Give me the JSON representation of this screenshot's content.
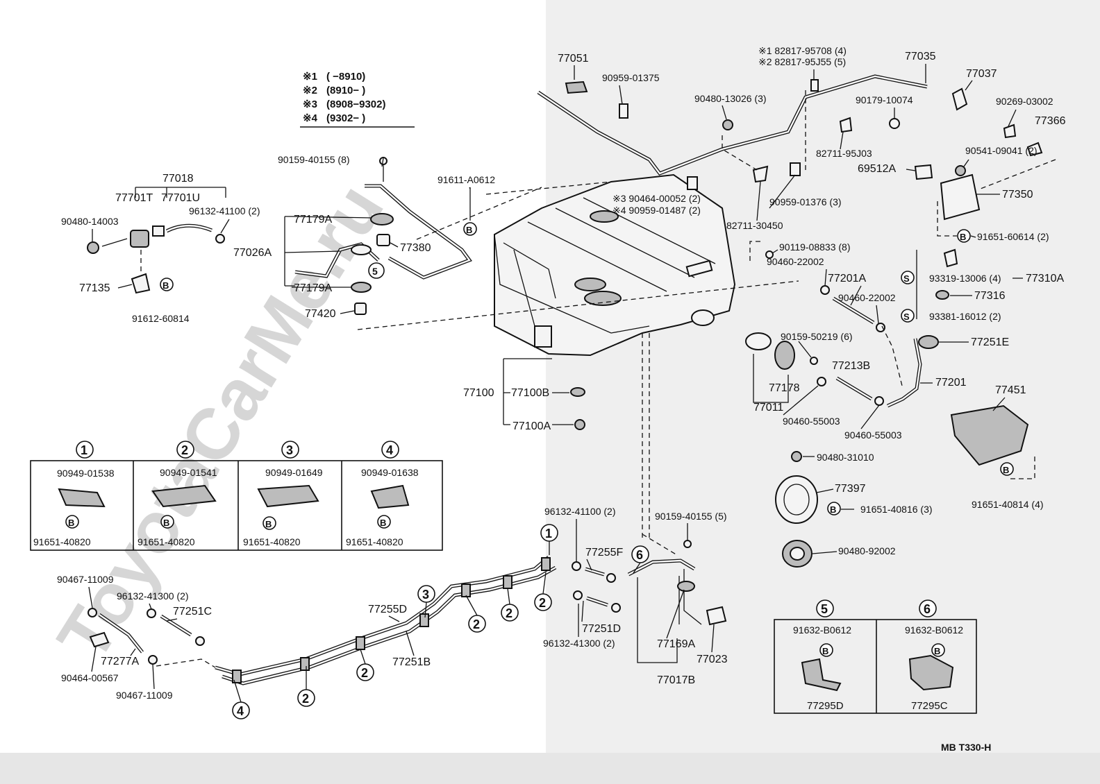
{
  "watermark": "ToyotaCarMe.ru",
  "corner_code": "MB  T330-H",
  "footnotes": [
    {
      "mark": "※1",
      "range": "(        −8910)"
    },
    {
      "mark": "※2",
      "range": "(8910−        )"
    },
    {
      "mark": "※3",
      "range": "(8908−9302)"
    },
    {
      "mark": "※4",
      "range": "(9302−        )"
    }
  ],
  "labels": {
    "p77051": "77051",
    "p90959_01375": "90959-01375",
    "p82817_95708": "※1 82817-95708 (4)",
    "p82817_95J55": "※2 82817-95J55 (5)",
    "p77035": "77035",
    "p77037": "77037",
    "p90480_13026": "90480-13026 (3)",
    "p90179_10074": "90179-10074",
    "p90269_03002": "90269-03002",
    "p77366": "77366",
    "p82711_95J03": "82711-95J03",
    "p90541_09041": "90541-09041 (2)",
    "p69512A": "69512A",
    "p77350": "77350",
    "p90464_00052": "※3 90464-00052 (2)",
    "p90959_01487": "※4 90959-01487 (2)",
    "p90959_01376": "90959-01376 (3)",
    "p82711_30450": "82711-30450",
    "p91651_60614": "91651-60614 (2)",
    "p90119_08833": "90119-08833 (8)",
    "p90460_22002a": "90460-22002",
    "p77201A": "77201A",
    "p90460_22002b": "90460-22002",
    "p93319_13006": "93319-13006 (4)",
    "p77310A": "77310A",
    "p77316": "77316",
    "p93381_16012": "93381-16012 (2)",
    "p77251E": "77251E",
    "p90159_50219": "90159-50219 (6)",
    "p77213B": "77213B",
    "p77178": "77178",
    "p77011": "77011",
    "p77201": "77201",
    "p90460_55003a": "90460-55003",
    "p90460_55003b": "90460-55003",
    "p77451": "77451",
    "p91651_40814": "91651-40814 (4)",
    "p90480_31010": "90480-31010",
    "p77397": "77397",
    "p91651_40816": "91651-40816 (3)",
    "p90480_92002": "90480-92002",
    "p90159_40155a": "90159-40155 (8)",
    "p91611_A0612": "91611-A0612",
    "p77018": "77018",
    "p77701T": "77701T",
    "p77701U": "77701U",
    "p96132_41100a": "96132-41100 (2)",
    "p90480_14003": "90480-14003",
    "p77179A_a": "77179A",
    "p77380": "77380",
    "p77026A": "77026A",
    "p77179A_b": "77179A",
    "p77135": "77135",
    "p91612_60814": "91612-60814",
    "p77420": "77420",
    "p77100": "77100",
    "p77100B": "77100B",
    "p77100A": "77100A",
    "p96132_41100b": "96132-41100 (2)",
    "p90159_40155b": "90159-40155 (5)",
    "p77255F": "77255F",
    "p77251D": "77251D",
    "p96132_41300b": "96132-41300 (2)",
    "p77169A": "77169A",
    "p77023": "77023",
    "p77017B": "77017B",
    "p90467_11009a": "90467-11009",
    "p96132_41300a": "96132-41300 (2)",
    "p77251C": "77251C",
    "p77255D": "77255D",
    "p77251B": "77251B",
    "p77277A": "77277A",
    "p90464_00567": "90464-00567",
    "p90467_11009b": "90467-11009"
  },
  "clamp_boxes": [
    {
      "ref": "1",
      "part": "90949-01538",
      "bolt": "B",
      "bolt_part": "91651-40820"
    },
    {
      "ref": "2",
      "part": "90949-01541",
      "bolt": "B",
      "bolt_part": "91651-40820"
    },
    {
      "ref": "3",
      "part": "90949-01649",
      "bolt": "B",
      "bolt_part": "91651-40820"
    },
    {
      "ref": "4",
      "part": "90949-01638",
      "bolt": "B",
      "bolt_part": "91651-40820"
    }
  ],
  "bracket_boxes": [
    {
      "ref": "5",
      "part": "91632-B0612",
      "bolt": "B",
      "assy": "77295D"
    },
    {
      "ref": "6",
      "part": "91632-B0612",
      "bolt": "B",
      "assy": "77295C"
    }
  ],
  "markers": {
    "bolt": "B",
    "spacer": "S",
    "ref1": "1",
    "ref2": "2",
    "ref3": "3",
    "ref4": "4",
    "ref5": "5",
    "ref6": "6"
  }
}
